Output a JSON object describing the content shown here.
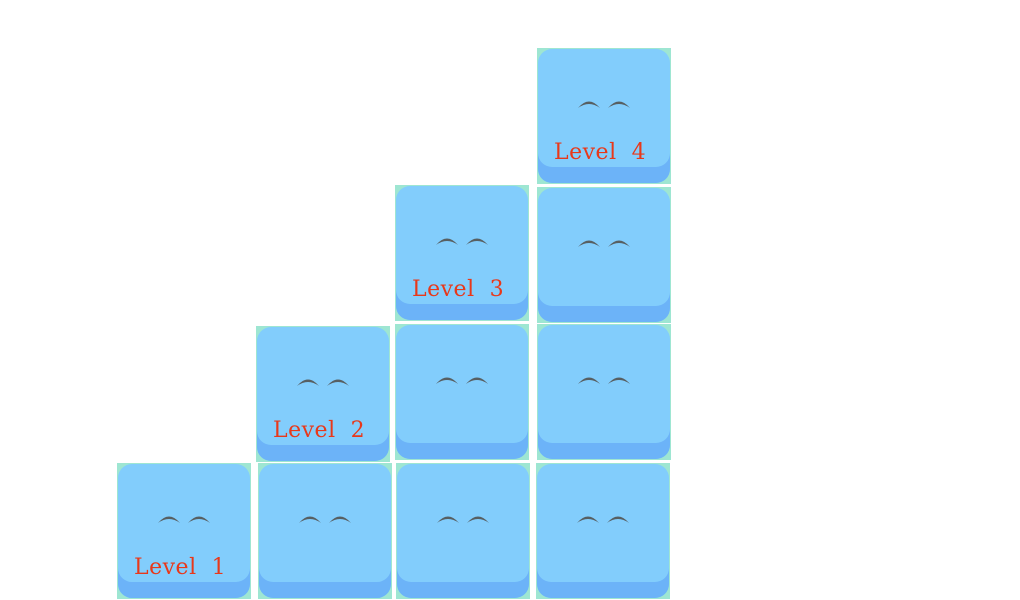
{
  "colors": {
    "tile_face": "#82cdfc",
    "tile_bottom": "#6cb3f8",
    "tile_border": "#9ee6d2",
    "eye": "#575f62",
    "label": "#e8381a"
  },
  "levels": [
    {
      "label": "Level  1"
    },
    {
      "label": "Level  2"
    },
    {
      "label": "Level  3"
    },
    {
      "label": "Level  4"
    }
  ]
}
